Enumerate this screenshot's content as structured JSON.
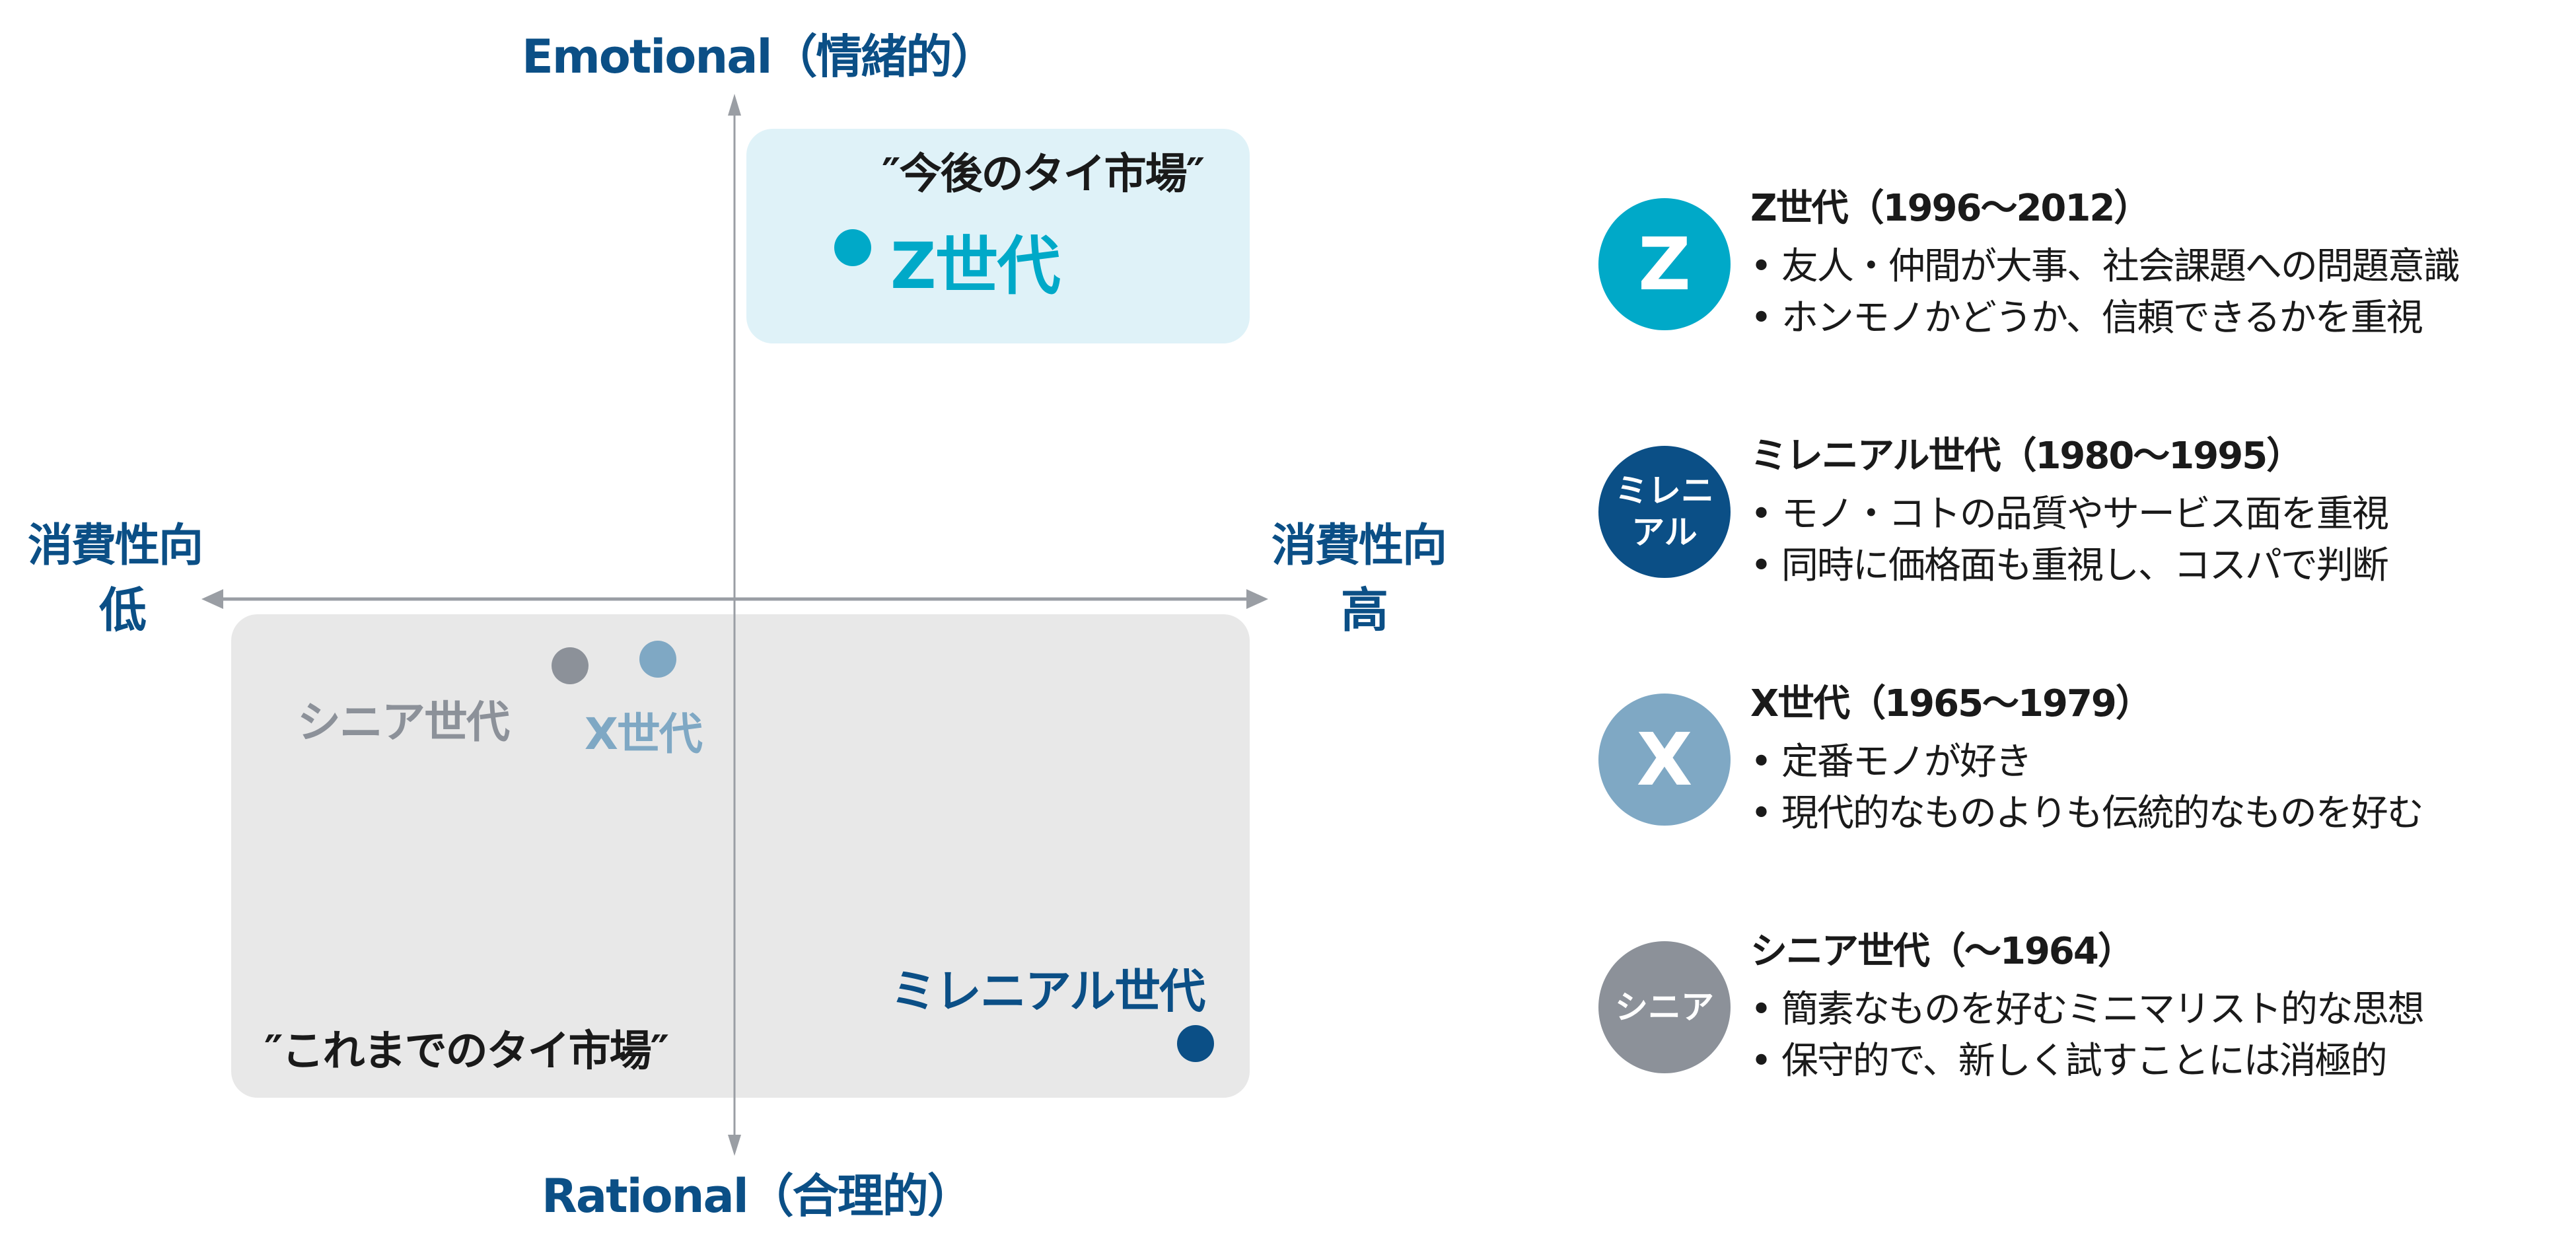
{
  "axes": {
    "top_label": "Emotional（情緒的）",
    "bottom_label": "Rational（合理的）",
    "left_label_line1": "消費性向",
    "left_label_line2": "低",
    "right_label_line1": "消費性向",
    "right_label_line2": "高"
  },
  "regions": {
    "future": {
      "label": "″今後のタイ市場″",
      "color": "#dff2f8"
    },
    "past": {
      "label": "″これまでのタイ市場″",
      "color": "#e8e8e8"
    }
  },
  "points": [
    {
      "id": "z",
      "label": "Z世代",
      "color": "#00a9c8"
    },
    {
      "id": "senior",
      "label": "シニア世代",
      "color": "#8c9199"
    },
    {
      "id": "x",
      "label": "X世代",
      "color": "#7fa8c4"
    },
    {
      "id": "millennial",
      "label": "ミレニアル世代",
      "color": "#0b4f86"
    }
  ],
  "legend": [
    {
      "badge": "Z",
      "color": "#00a9c8",
      "title": "Z世代（1996〜2012）",
      "lines": [
        "• 友人・仲間が大事、社会課題への問題意識",
        "• ホンモノかどうか、信頼できるかを重視"
      ]
    },
    {
      "badge": "ミレニ\nアル",
      "badge_line1": "ミレニ",
      "badge_line2": "アル",
      "color": "#0b4f86",
      "title": "ミレニアル世代（1980〜1995）",
      "lines": [
        "• モノ・コトの品質やサービス面を重視",
        "• 同時に価格面も重視し、コスパで判断"
      ]
    },
    {
      "badge": "X",
      "color": "#7fa8c4",
      "title": "X世代（1965〜1979）",
      "lines": [
        "• 定番モノが好き",
        "• 現代的なものよりも伝統的なものを好む"
      ]
    },
    {
      "badge": "シニア",
      "color": "#8c9199",
      "title": "シニア世代（〜1964）",
      "lines": [
        "• 簡素なものを好むミニマリスト的な思想",
        "• 保守的で、新しく試すことには消極的"
      ]
    }
  ],
  "chart_data": {
    "type": "scatter",
    "title": "",
    "xlabel": "消費性向（低 → 高）",
    "ylabel": "Rational（合理的） → Emotional（情緒的）",
    "x_axis_ends": [
      "低",
      "高"
    ],
    "y_axis_ends": [
      "Rational（合理的）",
      "Emotional（情緒的）"
    ],
    "points": [
      {
        "name": "Z世代",
        "x": 0.23,
        "y": 0.67,
        "quadrant": "high-emotional"
      },
      {
        "name": "シニア世代",
        "x": -0.31,
        "y": -0.13,
        "quadrant": "low-rational"
      },
      {
        "name": "X世代",
        "x": -0.15,
        "y": -0.12,
        "quadrant": "low-rational"
      },
      {
        "name": "ミレニアル世代",
        "x": 0.87,
        "y": -0.84,
        "quadrant": "high-rational"
      }
    ],
    "regions": [
      {
        "name": "″今後のタイ市場″",
        "contains": [
          "Z世代"
        ]
      },
      {
        "name": "″これまでのタイ市場″",
        "contains": [
          "シニア世代",
          "X世代",
          "ミレニアル世代"
        ]
      }
    ],
    "grid": false
  }
}
